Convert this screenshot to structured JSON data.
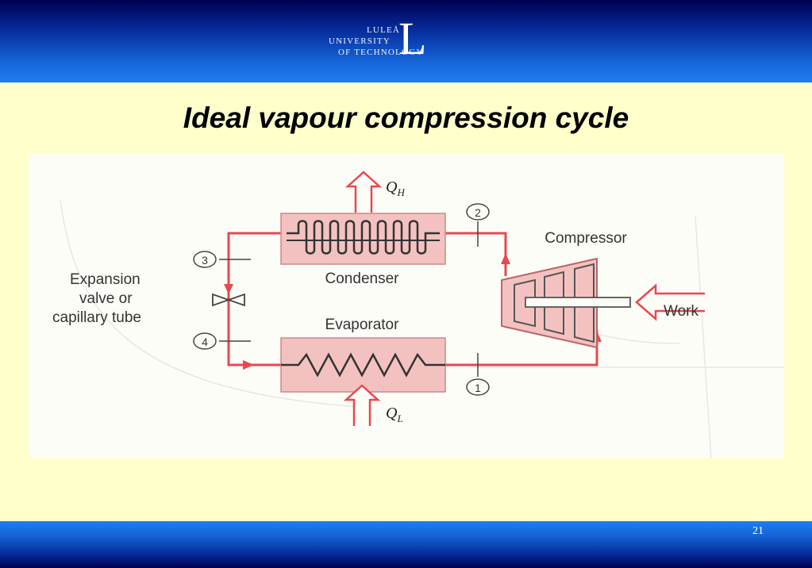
{
  "header": {
    "logo": {
      "line1": "LULEÅ",
      "line2": "UNIVERSITY",
      "line3": "OF TECHNOLOGY",
      "mark": "L"
    }
  },
  "slide": {
    "title": "Ideal vapour compression cycle",
    "page_number": "21"
  },
  "diagram": {
    "labels": {
      "condenser": "Condenser",
      "evaporator": "Evaporator",
      "compressor": "Compressor",
      "work": "Work",
      "expansion_line1": "Expansion",
      "expansion_line2": "valve or",
      "expansion_line3": "capillary tube",
      "qh": "Q",
      "qh_sub": "H",
      "ql": "Q",
      "ql_sub": "L"
    },
    "states": [
      "1",
      "2",
      "3",
      "4"
    ],
    "colors": {
      "pipe": "#e8484e",
      "hx_fill": "#f3c2c0",
      "arrow_outline": "#e8484e",
      "background": "#ffffcc"
    }
  }
}
